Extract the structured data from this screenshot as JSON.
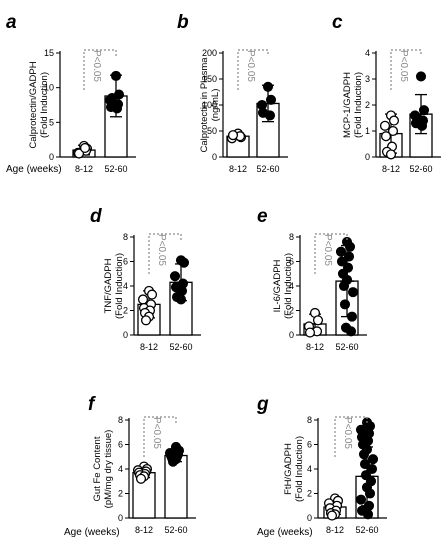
{
  "age_label": "Age (weeks)",
  "chart_data": [
    {
      "panel": "a",
      "type": "bar",
      "ylabel": [
        "Calprotectin/GADPH",
        "(Fold Induction)"
      ],
      "categories": [
        "8-12",
        "52-60"
      ],
      "ylim": [
        0,
        15
      ],
      "yticks": [
        0,
        5,
        10,
        15
      ],
      "series": [
        {
          "values": [
            1.0,
            8.8
          ],
          "error": [
            0.7,
            3.0
          ],
          "marker": "open",
          "points": [
            [
              1.6,
              1.2,
              0.6,
              0.9,
              0.5,
              1.3
            ],
            [
              11.7,
              9.0,
              8.2,
              7.6,
              7.2,
              7.0,
              8.5
            ]
          ]
        }
      ],
      "annotation": "P<0.05"
    },
    {
      "panel": "b",
      "type": "bar",
      "ylabel": [
        "Calprotectin in Plasma",
        "(ng/mL)"
      ],
      "categories": [
        "8-12",
        "52-60"
      ],
      "ylim": [
        0,
        200
      ],
      "yticks": [
        0,
        50,
        100,
        150,
        200
      ],
      "series": [
        {
          "values": [
            40,
            103
          ],
          "error": [
            6,
            35
          ],
          "points": [
            [
              45,
              38,
              36,
              40,
              42
            ],
            [
              135,
              110,
              100,
              80,
              85
            ]
          ]
        }
      ],
      "annotation": "P<0.05"
    },
    {
      "panel": "c",
      "type": "bar",
      "ylabel": [
        "MCP-1/GADPH",
        "(Fold Induction)"
      ],
      "categories": [
        "8-12",
        "52-60"
      ],
      "ylim": [
        0,
        4
      ],
      "yticks": [
        0,
        1,
        2,
        3,
        4
      ],
      "series": [
        {
          "values": [
            0.9,
            1.65
          ],
          "error": [
            0.75,
            0.75
          ],
          "points": [
            [
              1.6,
              1.4,
              1.2,
              1.0,
              0.8,
              0.4,
              0.2,
              0.1
            ],
            [
              3.1,
              1.8,
              1.6,
              1.4,
              1.3,
              1.2,
              1.5
            ]
          ]
        }
      ],
      "annotation": "P<0.05"
    },
    {
      "panel": "d",
      "type": "bar",
      "ylabel": [
        "TNF/GADPH",
        "(Fold Induction)"
      ],
      "categories": [
        "8-12",
        "52-60"
      ],
      "ylim": [
        0,
        8
      ],
      "yticks": [
        0,
        2,
        4,
        6,
        8
      ],
      "series": [
        {
          "values": [
            2.5,
            4.3
          ],
          "error": [
            1.1,
            1.5
          ],
          "points": [
            [
              3.6,
              3.3,
              2.9,
              2.5,
              2.2,
              2.0,
              1.8,
              1.5,
              1.2
            ],
            [
              6.1,
              5.9,
              4.8,
              4.2,
              3.9,
              3.6,
              3.1,
              2.9
            ]
          ]
        }
      ],
      "annotation": "P<0.05"
    },
    {
      "panel": "e",
      "type": "bar",
      "ylabel": [
        "IL-6/GADPH",
        "(Fold Induction)"
      ],
      "categories": [
        "8-12",
        "52-60"
      ],
      "ylim": [
        0,
        8
      ],
      "yticks": [
        0,
        2,
        4,
        6,
        8
      ],
      "series": [
        {
          "values": [
            0.9,
            4.4
          ],
          "error": [
            0.8,
            2.9
          ],
          "points": [
            [
              1.8,
              1.2,
              0.7,
              0.3,
              0.2
            ],
            [
              7.6,
              7.2,
              6.8,
              6.4,
              6.0,
              5.5,
              5.0,
              4.5,
              4.0,
              3.5,
              2.5,
              1.5,
              0.6,
              0.3
            ]
          ]
        }
      ],
      "annotation": "P<0.05"
    },
    {
      "panel": "f",
      "type": "bar",
      "ylabel": [
        "Gut Fe Content",
        "(pM/mg dry tissue)"
      ],
      "categories": [
        "8-12",
        "52-60"
      ],
      "ylim": [
        0,
        8
      ],
      "yticks": [
        0,
        2,
        4,
        6,
        8
      ],
      "series": [
        {
          "values": [
            3.7,
            5.1
          ],
          "error": [
            0.4,
            0.5
          ],
          "points": [
            [
              4.2,
              4.0,
              3.9,
              3.8,
              3.7,
              3.6,
              3.5,
              3.4,
              3.2
            ],
            [
              5.8,
              5.5,
              5.3,
              5.2,
              5.1,
              5.0,
              4.9,
              4.8,
              4.6
            ]
          ]
        }
      ],
      "annotation": "P<0.05"
    },
    {
      "panel": "g",
      "type": "bar",
      "ylabel": [
        "FtH/GADPH",
        "(Fold Induction)"
      ],
      "categories": [
        "8-12",
        "52-60"
      ],
      "ylim": [
        0,
        8
      ],
      "yticks": [
        0,
        2,
        4,
        6,
        8
      ],
      "series": [
        {
          "values": [
            0.9,
            3.4
          ],
          "error": [
            0.6,
            2.4
          ],
          "points": [
            [
              1.6,
              1.4,
              1.2,
              1.0,
              0.8,
              0.6,
              0.4,
              0.3,
              0.2
            ],
            [
              7.8,
              7.5,
              7.2,
              6.9,
              6.6,
              6.3,
              6.0,
              5.6,
              5.2,
              4.8,
              4.4,
              4.0,
              3.5,
              3.0,
              2.5,
              2.0,
              1.5,
              1.0,
              0.6,
              0.3
            ]
          ]
        }
      ],
      "annotation": "P<0.05"
    }
  ]
}
